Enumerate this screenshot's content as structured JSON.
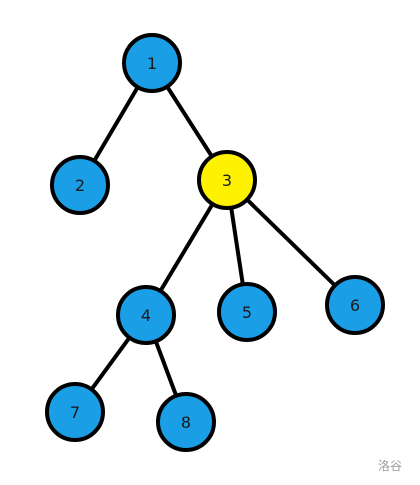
{
  "diagram": {
    "type": "tree",
    "nodes": [
      {
        "id": "1",
        "label": "1",
        "color": "#1a9ee6"
      },
      {
        "id": "2",
        "label": "2",
        "color": "#1a9ee6"
      },
      {
        "id": "3",
        "label": "3",
        "color": "#fff200"
      },
      {
        "id": "4",
        "label": "4",
        "color": "#1a9ee6"
      },
      {
        "id": "5",
        "label": "5",
        "color": "#1a9ee6"
      },
      {
        "id": "6",
        "label": "6",
        "color": "#1a9ee6"
      },
      {
        "id": "7",
        "label": "7",
        "color": "#1a9ee6"
      },
      {
        "id": "8",
        "label": "8",
        "color": "#1a9ee6"
      }
    ],
    "edges": [
      {
        "from": "1",
        "to": "2"
      },
      {
        "from": "1",
        "to": "3"
      },
      {
        "from": "3",
        "to": "4"
      },
      {
        "from": "3",
        "to": "5"
      },
      {
        "from": "3",
        "to": "6"
      },
      {
        "from": "4",
        "to": "7"
      },
      {
        "from": "4",
        "to": "8"
      }
    ]
  },
  "watermark": "洛谷"
}
